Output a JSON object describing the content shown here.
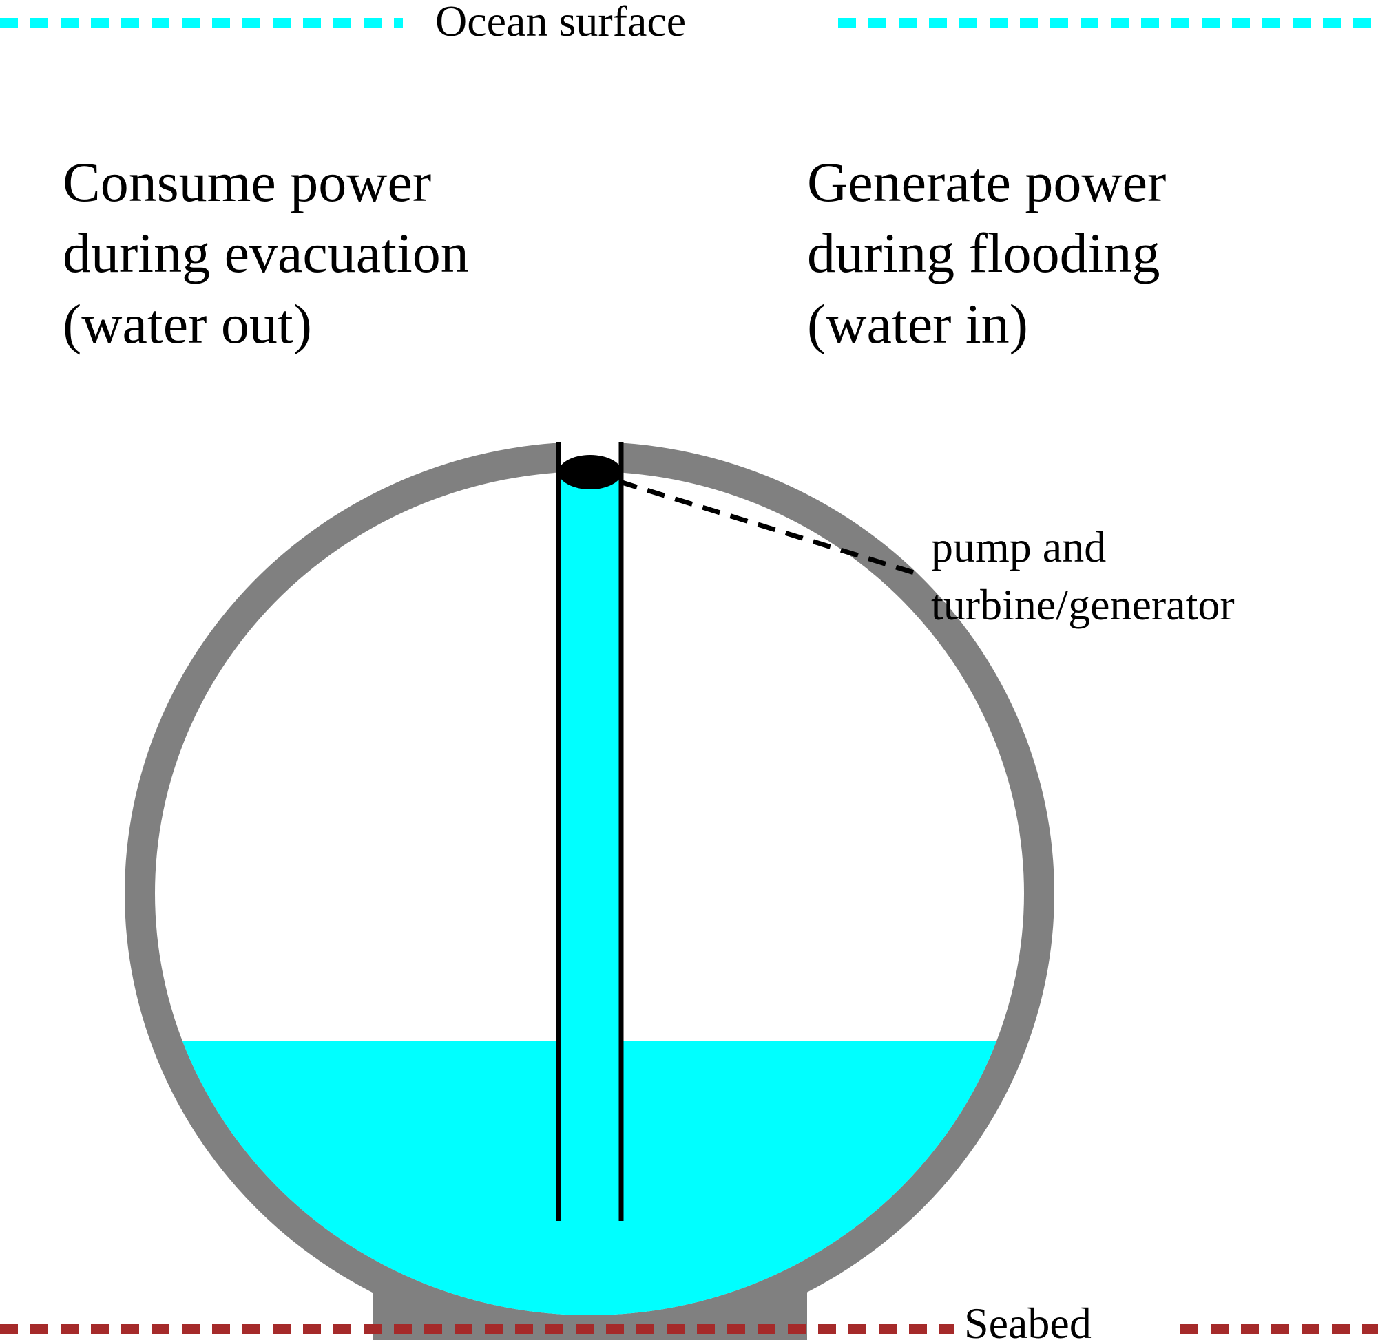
{
  "labels": {
    "ocean_surface": "Ocean surface",
    "seabed": "Seabed",
    "left_heading": {
      "line1": "Consume power",
      "line2": "during evacuation",
      "line3": "(water out)"
    },
    "right_heading": {
      "line1": "Generate power",
      "line2": "during flooding",
      "line3": "(water in)"
    },
    "pump_label": {
      "line1": "pump and",
      "line2": "turbine/generator"
    }
  },
  "colors": {
    "ocean_line": "#00ffff",
    "seabed_line": "#a52a2a",
    "water": "#00ffff",
    "shell": "#808080",
    "pipe_outline": "#000000",
    "pump": "#000000",
    "background": "#ffffff"
  }
}
